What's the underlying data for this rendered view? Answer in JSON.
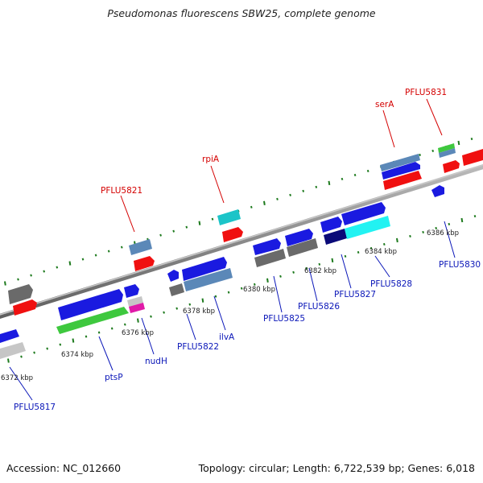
{
  "title": "Pseudomonas fluorescens SBW25, complete genome",
  "footer": {
    "accession": "Accession: NC_012660",
    "summary": "Topology: circular; Length: 6,722,539 bp; Genes: 6,018"
  },
  "colors": {
    "backbone": "#8e8e8e",
    "tick": "#1d7a1d",
    "red_label": "#d40000",
    "blue_label": "#0a16b8"
  },
  "kbp_labels": [
    "6372 kbp",
    "6374 kbp",
    "6376 kbp",
    "6378 kbp",
    "6380 kbp",
    "6382 kbp",
    "6384 kbp",
    "6386 kbp"
  ],
  "top_labels": [
    "PFLU5821",
    "rpiA",
    "serA",
    "PFLU5831"
  ],
  "bottom_labels": [
    "PFLU5817",
    "ptsP",
    "nudH",
    "PFLU5822",
    "ilvA",
    "PFLU5825",
    "PFLU5826",
    "PFLU5827",
    "PFLU5828",
    "PFLU5830"
  ]
}
